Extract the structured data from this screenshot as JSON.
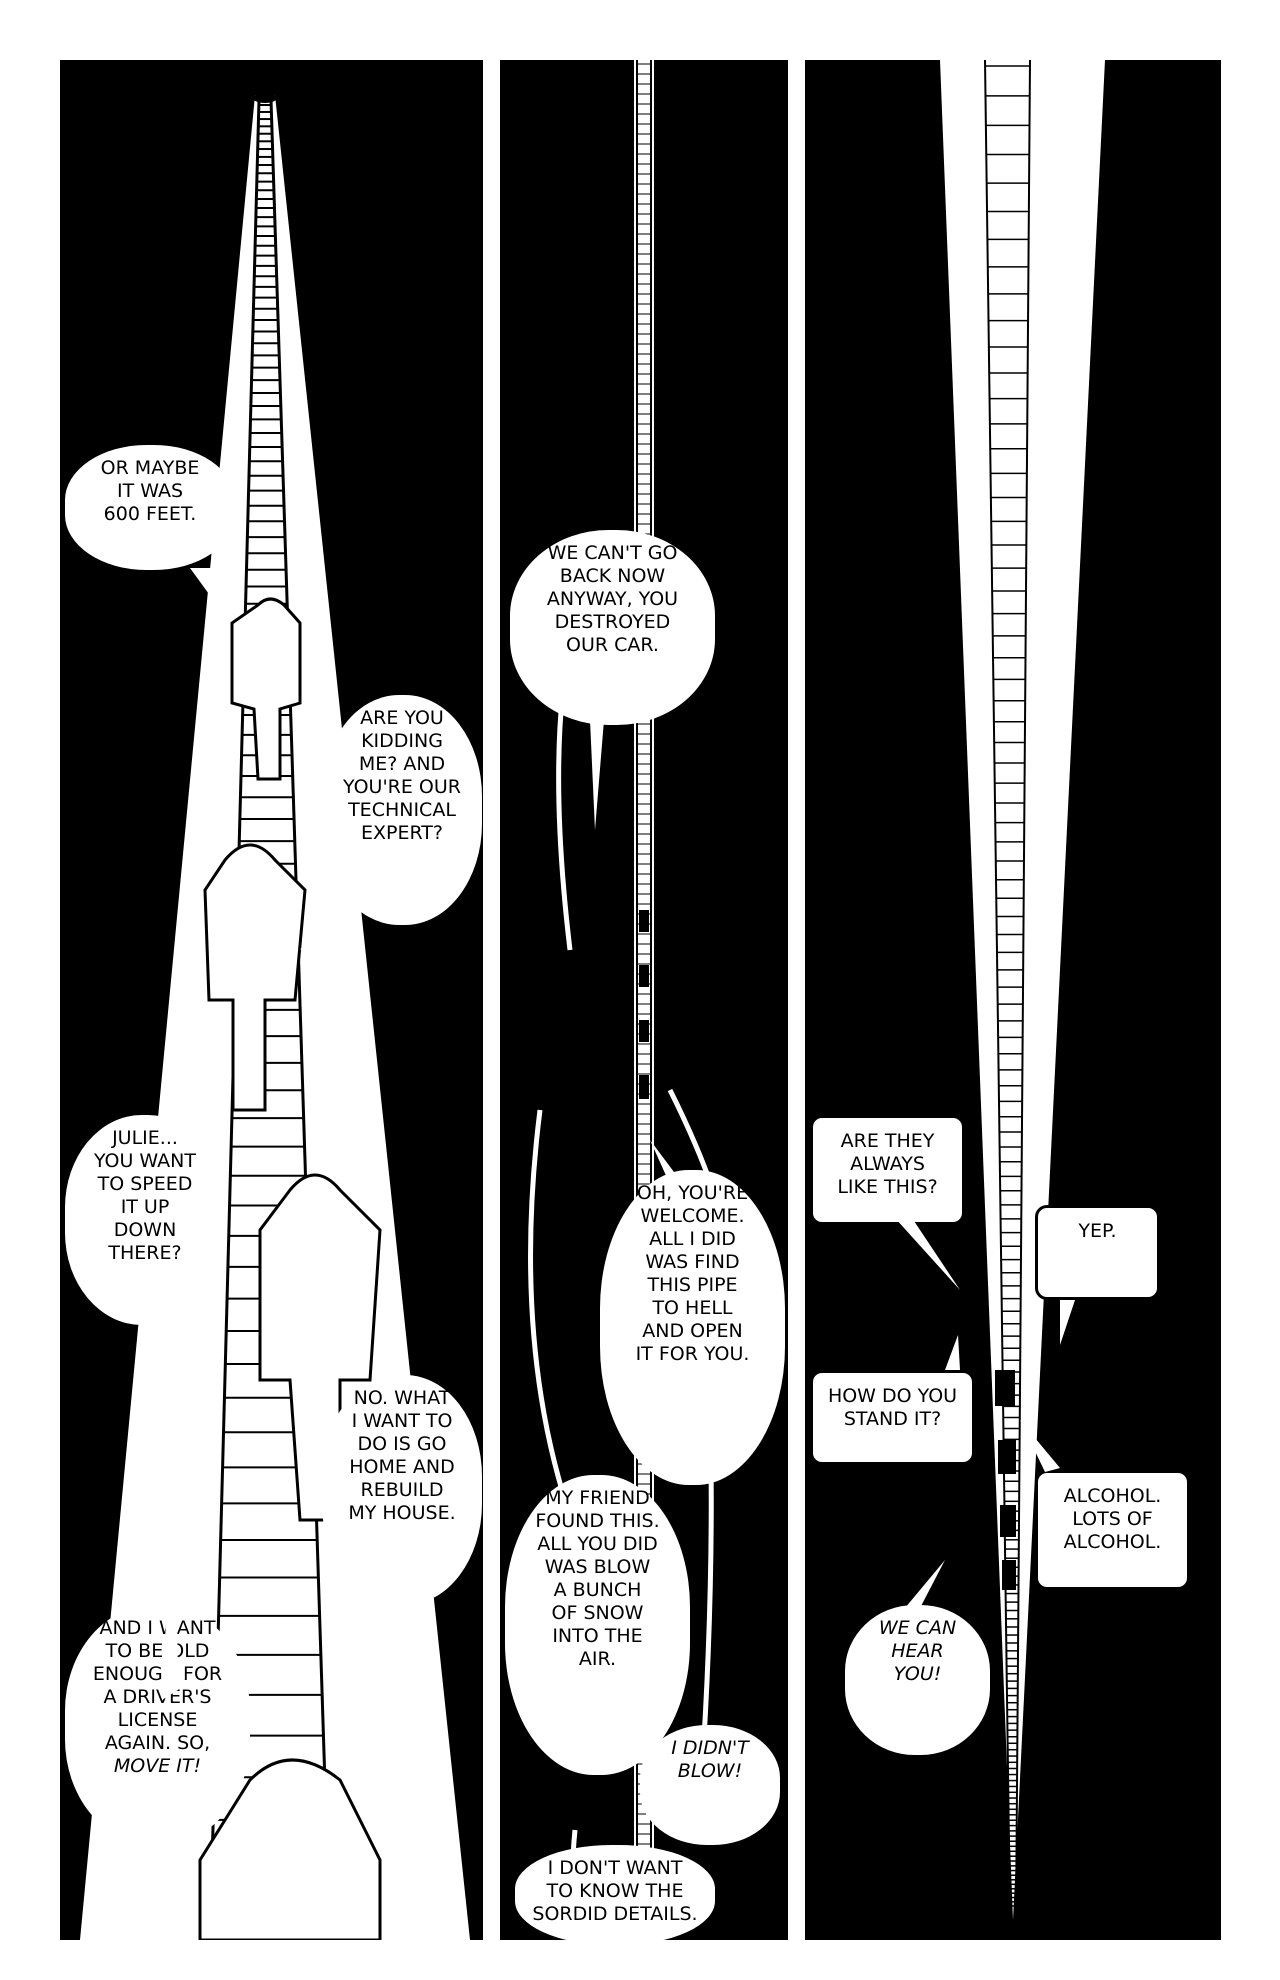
{
  "page": {
    "background": "#ffffff",
    "ink": "#000000"
  },
  "panels": [
    {
      "name": "panel-1",
      "bubbles": [
        {
          "id": "b1",
          "text": "OR MAYBE\nIT WAS\n600 FEET."
        },
        {
          "id": "b2",
          "text": "ARE YOU\nKIDDING\nME? AND\nYOU'RE OUR\nTECHNICAL\nEXPERT?"
        },
        {
          "id": "b3",
          "text": "JULIE...\nYOU WANT\nTO SPEED\nIT UP\nDOWN\nTHERE?"
        },
        {
          "id": "b4",
          "text": "NO. WHAT\nI WANT TO\nDO IS GO\nHOME AND\nREBUILD\nMY HOUSE."
        },
        {
          "id": "b5",
          "text": "AND I WANT\nTO BE OLD\nENOUGH FOR\nA DRIVER'S\nLICENSE\nAGAIN. SO,",
          "emphasis": "MOVE IT!"
        }
      ]
    },
    {
      "name": "panel-2",
      "bubbles": [
        {
          "id": "b6",
          "text": "WE CAN'T GO\nBACK NOW\nANYWAY, YOU\nDESTROYED\nOUR CAR."
        },
        {
          "id": "b7",
          "text": "OH, YOU'RE\nWELCOME.\nALL I DID\nWAS FIND\nTHIS PIPE\nTO HELL\nAND OPEN\nIT FOR YOU."
        },
        {
          "id": "b8",
          "text": "MY FRIEND\nFOUND THIS.\nALL YOU DID\nWAS BLOW\nA BUNCH\nOF SNOW\nINTO THE\nAIR."
        },
        {
          "id": "b9",
          "text": "I DIDN'T\nBLOW!"
        },
        {
          "id": "b10",
          "text": "I DON'T WANT\nTO KNOW THE\nSORDID DETAILS."
        }
      ]
    },
    {
      "name": "panel-3",
      "bubbles": [
        {
          "id": "b11",
          "text": "ARE THEY\nALWAYS\nLIKE THIS?"
        },
        {
          "id": "b12",
          "text": "YEP."
        },
        {
          "id": "b13",
          "text": "HOW DO YOU\nSTAND IT?"
        },
        {
          "id": "b14",
          "text": "ALCOHOL.\nLOTS OF\nALCOHOL."
        },
        {
          "id": "b15",
          "text": "WE CAN\nHEAR\nYOU!"
        }
      ]
    }
  ]
}
